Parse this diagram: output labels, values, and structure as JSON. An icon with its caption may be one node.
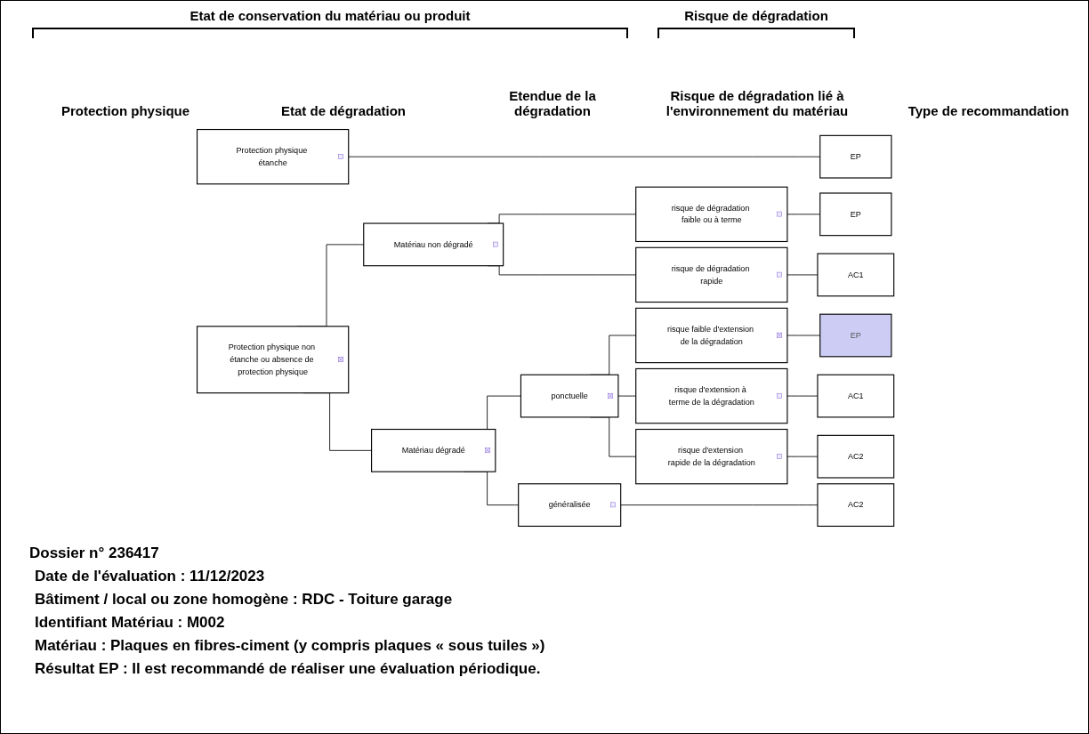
{
  "diagram": {
    "nodes": [
      {
        "text": [
          "Protection physique étanche"
        ]
      },
      {
        "text": [
          "EP"
        ]
      },
      {
        "text": [
          "Protection physique non étanche ou absence de protection physique"
        ]
      },
      {
        "text": [
          "Matériau non dégradé"
        ]
      },
      {
        "text": [
          "risque de dégradation faible ou à terme"
        ]
      },
      {
        "text": [
          "EP"
        ]
      },
      {
        "text": [
          "risque de dégradation rapide"
        ]
      },
      {
        "text": [
          "AC1"
        ]
      },
      {
        "text": [
          "Matériau dégradé"
        ]
      },
      {
        "text": [
          "ponctuelle"
        ]
      },
      {
        "text": [
          "risque faible d'extension de la dégradation"
        ]
      },
      {
        "text": [
          "EP"
        ]
      },
      {
        "text": [
          "risque d'extension à terme de la dégradation"
        ]
      },
      {
        "text": [
          "AC1"
        ]
      },
      {
        "text": [
          "risque d'extension rapide de la dégradation"
        ]
      },
      {
        "text": [
          "AC2"
        ]
      },
      {
        "text": [
          "généralisée"
        ]
      },
      {
        "text": [
          "AC2"
        ]
      }
    ],
    "edges": [
      {
        "from": 0,
        "to": 1,
        "arrow": "none"
      },
      {
        "from": 2,
        "to": 3,
        "arrow": "none"
      },
      {
        "from": 2,
        "to": 8,
        "arrow": "none"
      },
      {
        "from": 3,
        "to": 4,
        "arrow": "none"
      },
      {
        "from": 3,
        "to": 6,
        "arrow": "none"
      },
      {
        "from": 4,
        "to": 5,
        "arrow": "none"
      },
      {
        "from": 6,
        "to": 7,
        "arrow": "none"
      },
      {
        "from": 8,
        "to": 9,
        "arrow": "none"
      },
      {
        "from": 8,
        "to": 16,
        "arrow": "none"
      },
      {
        "from": 9,
        "to": 10,
        "arrow": "none"
      },
      {
        "from": 9,
        "to": 12,
        "arrow": "none"
      },
      {
        "from": 9,
        "to": 14,
        "arrow": "none"
      },
      {
        "from": 10,
        "to": 11,
        "arrow": "none"
      },
      {
        "from": 12,
        "to": 13,
        "arrow": "none"
      },
      {
        "from": 14,
        "to": 15,
        "arrow": "none"
      },
      {
        "from": 16,
        "to": 17,
        "arrow": "none"
      }
    ],
    "labels": [
      "Etat de conservation du matériau ou produit",
      "Risque de dégradation",
      "Protection physique",
      "Etat de dégradation",
      "Etendue de la dégradation",
      "Risque de dégradation lié à l'environnement du matériau",
      "Type de recommandation",
      "Dossier n° 236417",
      "Date de l'évaluation : 11/12/2023",
      "Bâtiment / local ou zone homogène : RDC - Toiture garage",
      "Identifiant Matériau : M002",
      "Matériau : Plaques en fibres-ciment (y compris plaques « sous tuiles »)",
      "Résultat EP : Il est recommandé de réaliser une évaluation périodique."
    ]
  }
}
